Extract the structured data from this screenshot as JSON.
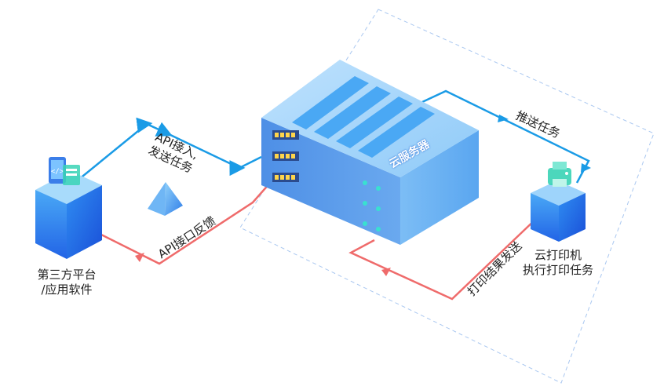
{
  "labels": {
    "platform": "第三方平台\n/应用软件",
    "api_in": "API接入,\n发送任务",
    "api_feedback": "API接口反馈",
    "push": "推送任务",
    "printer": "云打印机\n执行打印任务",
    "result": "打印结果发送",
    "server": "云服务器"
  },
  "colors": {
    "blue_arrow": "#1a9be6",
    "red_arrow": "#ef6b6b",
    "dashed_box": "#a9c7f0",
    "cube_top": "#9fd1fb",
    "cube_side": "#2f7df0"
  }
}
